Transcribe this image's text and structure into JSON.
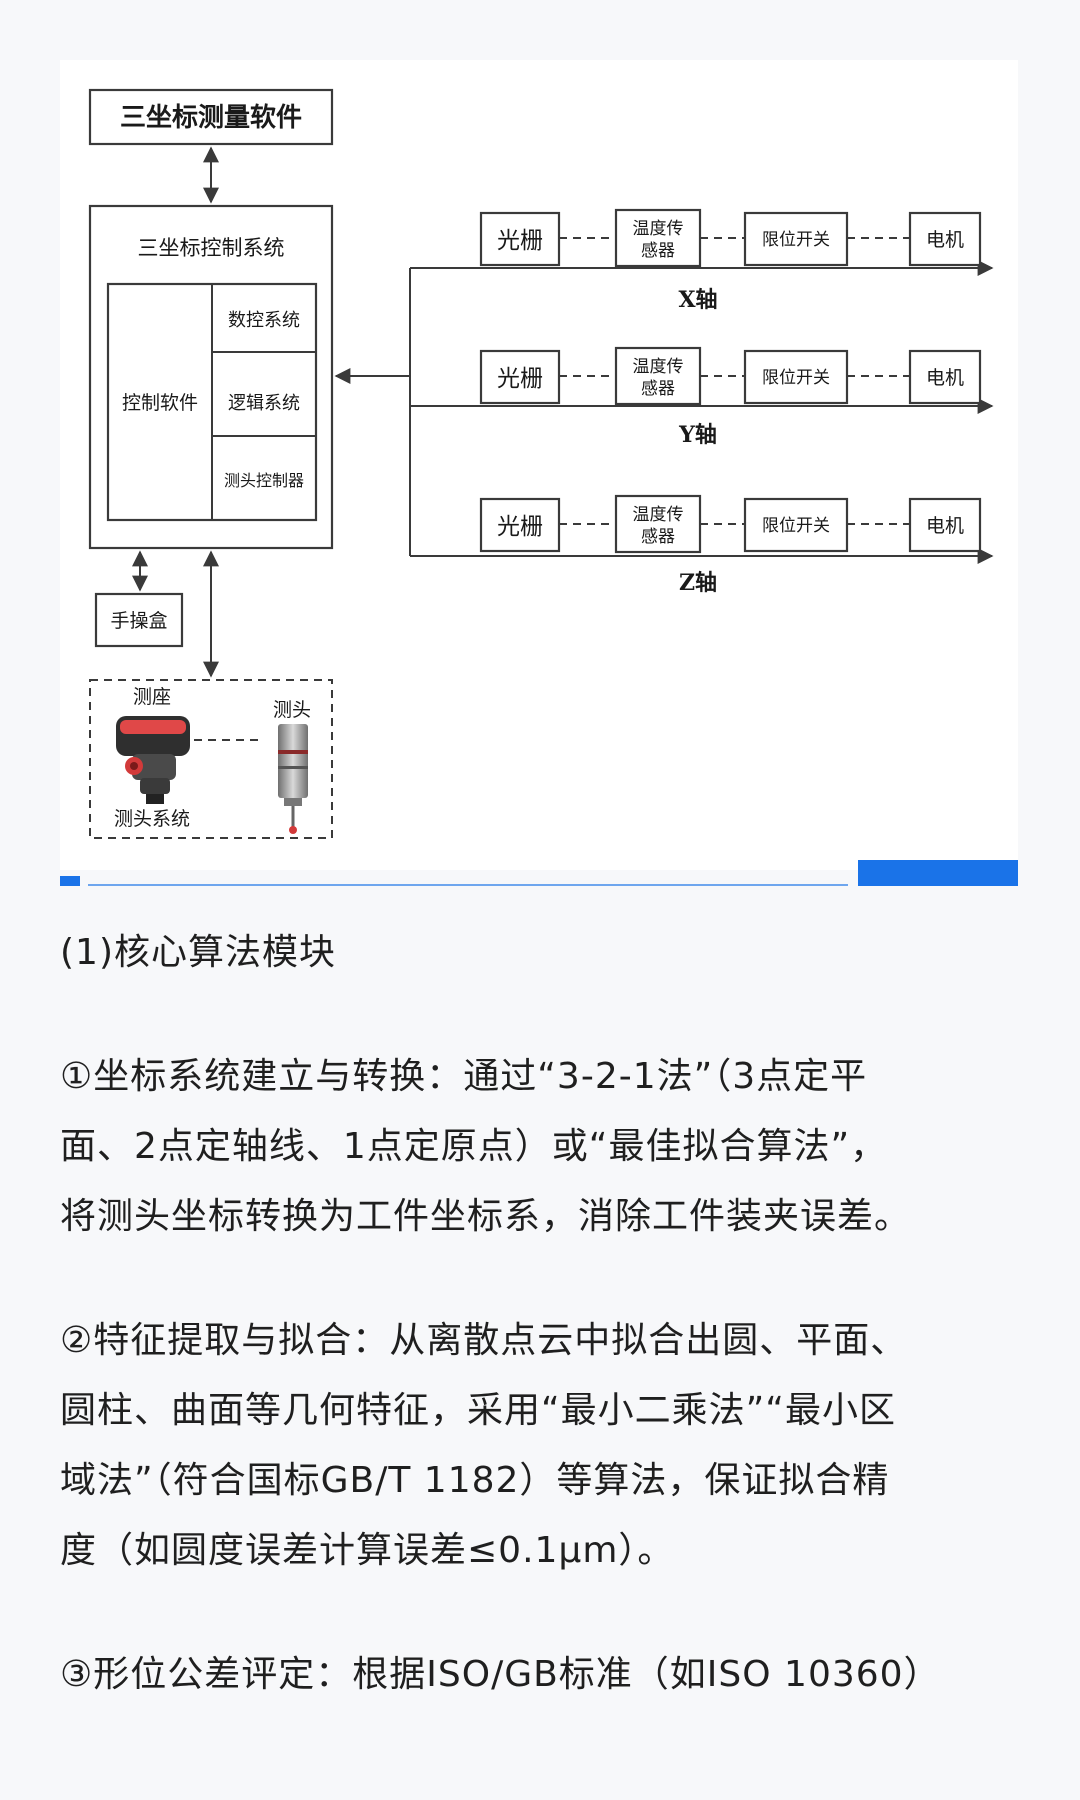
{
  "diagram": {
    "software_label": "三坐标测量软件",
    "control_system_label": "三坐标控制系统",
    "control_software_label": "控制软件",
    "nc_system_label": "数控系统",
    "logic_system_label": "逻辑系统",
    "probe_controller_label": "测头控制器",
    "handbox_label": "手操盒",
    "probe_system_label": "测头系统",
    "probe_base_label": "测座",
    "probe_label": "测头",
    "axes": [
      {
        "axis_label": "X轴",
        "grating": "光栅",
        "temp_sensor_line1": "温度传",
        "temp_sensor_line2": "感器",
        "limit_switch": "限位开关",
        "motor": "电机"
      },
      {
        "axis_label": "Y轴",
        "grating": "光栅",
        "temp_sensor_line1": "温度传",
        "temp_sensor_line2": "感器",
        "limit_switch": "限位开关",
        "motor": "电机"
      },
      {
        "axis_label": "Z轴",
        "grating": "光栅",
        "temp_sensor_line1": "温度传",
        "temp_sensor_line2": "感器",
        "limit_switch": "限位开关",
        "motor": "电机"
      }
    ],
    "colors": {
      "accent": "#1a73e8",
      "accent_light": "#6ea6ee",
      "probe_red": "#d23a3a"
    }
  },
  "article": {
    "heading": "(1)核心算法模块",
    "para1_line1": "①坐标系统建立与转换：通过“3-2-1法”（3点定平",
    "para1_line2": "面、2点定轴线、1点定原点）或“最佳拟合算法”，",
    "para1_line3": "将测头坐标转换为工件坐标系，消除工件装夹误差。",
    "para2_line1": "②特征提取与拟合：从离散点云中拟合出圆、平面、",
    "para2_line2": "圆柱、曲面等几何特征，采用“最小二乘法”“最小区",
    "para2_line3": "域法”（符合国标GB/T 1182）等算法，保证拟合精",
    "para2_line4": "度（如圆度误差计算误差≤0.1μm）。",
    "para3_line1": "③形位公差评定：根据ISO/GB标准（如ISO 10360）"
  }
}
